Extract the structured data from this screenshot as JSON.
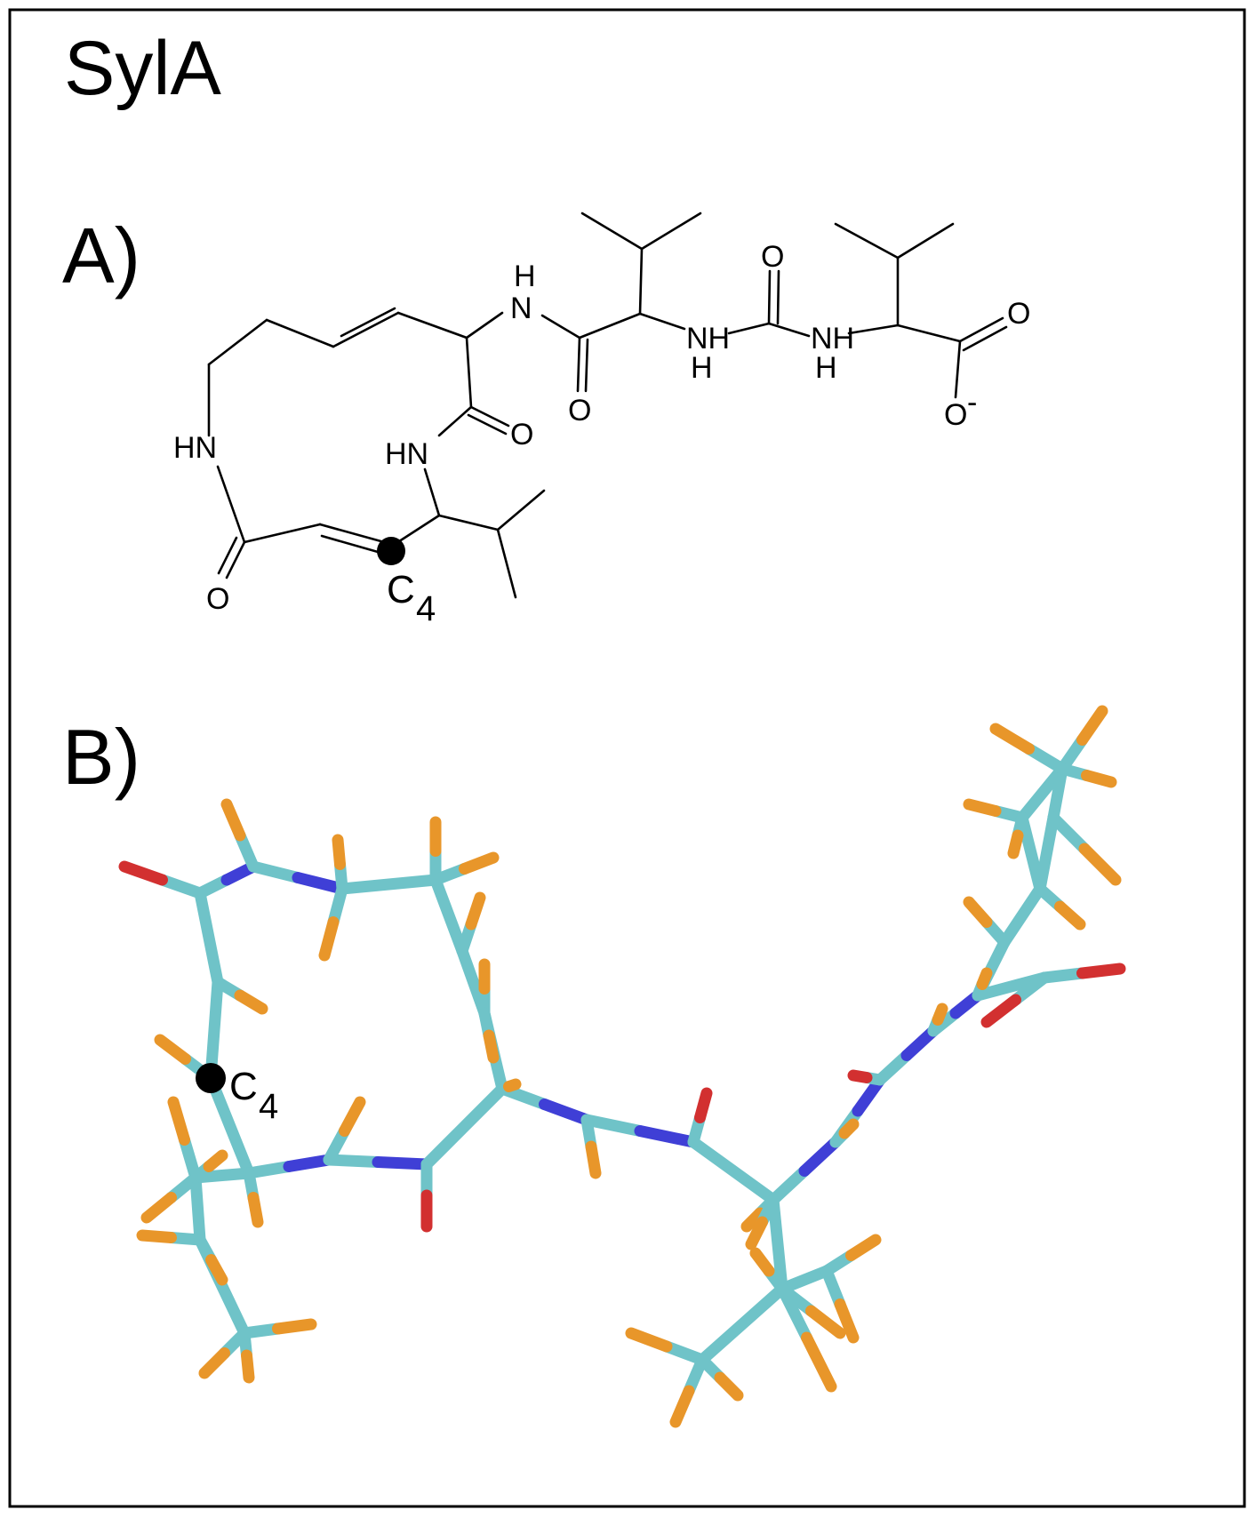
{
  "figure": {
    "title": "SylA",
    "panel_a_label": "A)",
    "panel_b_label": "B)"
  },
  "structure_2d": {
    "atom_labels": {
      "H": "H",
      "N": "N",
      "O": "O",
      "NH": "NH",
      "HN": "HN",
      "charge": "-"
    },
    "marker_label": "C",
    "marker_subscript": "4"
  },
  "structure_3d": {
    "marker_label": "C",
    "marker_subscript": "4",
    "colors": {
      "carbon": "#6fc3c8",
      "hydrogen": "#e8962a",
      "nitrogen": "#3f3fd6",
      "oxygen": "#d23030"
    }
  }
}
